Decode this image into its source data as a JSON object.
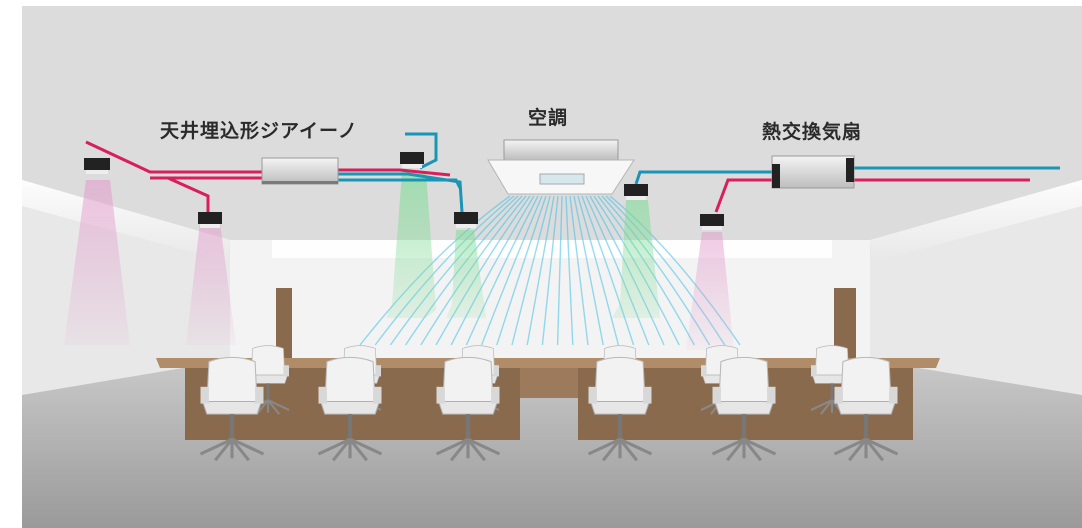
{
  "labels": {
    "ceiling_hydronic": "天井埋込形ジアイーノ",
    "air_conditioner": "空調",
    "heat_exchange_ventilator": "熱交換気扇"
  },
  "colors": {
    "supply_duct": "#d81e5b",
    "exhaust_duct": "#1a95b5",
    "ac_airflow": "#3fc0e6",
    "hydronic_airflow": "#e6a3cf",
    "fresh_airflow": "#8fe3a4",
    "label_text": "#2a2a2a",
    "table_wood": "#8a6a4c",
    "chair_white": "#f2f2f2"
  },
  "scene": {
    "chairs_front_count": 6,
    "chairs_back_count": 6
  }
}
